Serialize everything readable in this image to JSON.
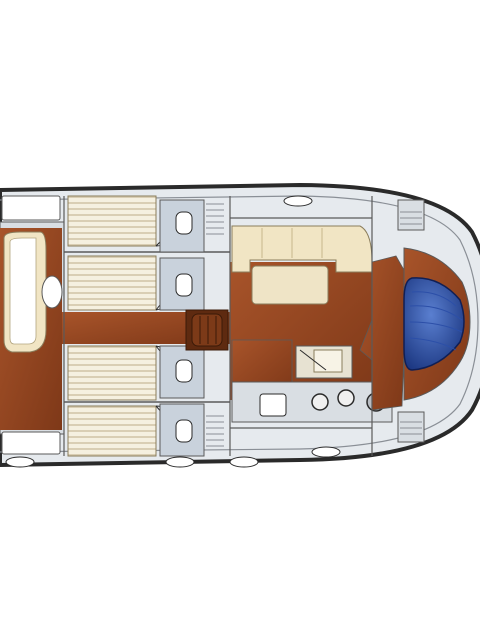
{
  "diagram": {
    "kind": "boat-deck-plan",
    "orientation": "bow-right",
    "cabins_left_section": 4,
    "heads_left_section": 4,
    "stove_burners": 3,
    "colors": {
      "background": "#ffffff",
      "hull_outline": "#2a2a2a",
      "deck_fill": "#e6eaee",
      "wood_floor": "#9a4a22",
      "wood_floor_dark": "#6e3014",
      "berth_fill": "#f5f0e0",
      "berth_stripe": "#d9ceb4",
      "bath_fill": "#c9d2dc",
      "upholstery": "#f1e5c4",
      "bow_bed": "#1f3f9a",
      "bow_bed_light": "#4f73c7",
      "wall": "#5a5a5a"
    },
    "icons": [
      "double-berth-icon",
      "toilet-icon",
      "sofa-icon",
      "stove-icon",
      "sink-icon",
      "hatch-icon",
      "bow-bed-icon"
    ]
  }
}
